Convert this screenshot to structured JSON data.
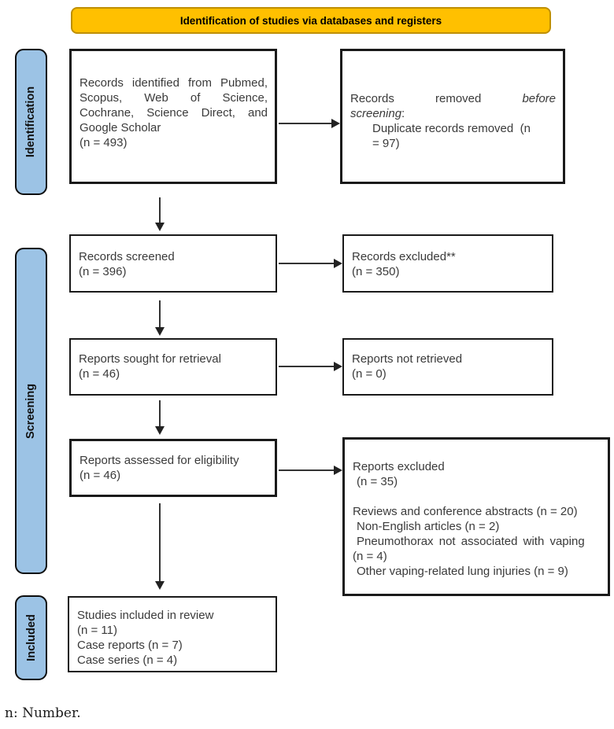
{
  "title": "Identification of studies via databases and registers",
  "footnote": "n: Number.",
  "colors": {
    "banner_fill": "#FFC000",
    "banner_border": "#BF8F00",
    "stage_fill": "#9CC3E5",
    "box_border": "#1a1a1a",
    "arrow": "#333333"
  },
  "stages": {
    "identification": "Identification",
    "screening": "Screening",
    "included": "Included"
  },
  "boxes": {
    "records_identified": {
      "lines": [
        "Records identified from Pubmed,",
        "Scopus, Web of Science,",
        "Cochrane, Science Direct, and",
        "Google Scholar",
        "(n = 493)"
      ]
    },
    "records_removed": {
      "line1_part1": "Records",
      "line1_part2": "removed",
      "line1_italic": "before",
      "line2_italic": "screening",
      "line2_suffix": ":",
      "line3": "Duplicate records removed  (n",
      "line4": "= 97)"
    },
    "records_screened": {
      "lines": [
        "Records screened",
        "(n = 396)"
      ]
    },
    "records_excluded": {
      "lines": [
        "Records excluded**",
        "(n = 350)"
      ]
    },
    "reports_sought": {
      "lines": [
        "Reports sought for retrieval",
        "(n = 46)"
      ]
    },
    "reports_not_retrieved": {
      "lines": [
        "Reports not retrieved",
        "(n = 0)"
      ]
    },
    "reports_assessed": {
      "lines": [
        "Reports assessed for eligibility",
        "(n = 46)"
      ]
    },
    "reports_excluded": {
      "lines": [
        "Reports excluded",
        "(n = 35)",
        "Reviews and conference abstracts (n = 20)",
        "Non-English articles (n = 2)",
        "Pneumothorax not associated with vaping",
        "(n = 4)",
        "Other vaping-related lung injuries (n = 9)"
      ]
    },
    "studies_included": {
      "lines": [
        "Studies included in review",
        "(n = 11)",
        "Case reports (n = 7)",
        "Case series (n = 4)"
      ]
    }
  }
}
